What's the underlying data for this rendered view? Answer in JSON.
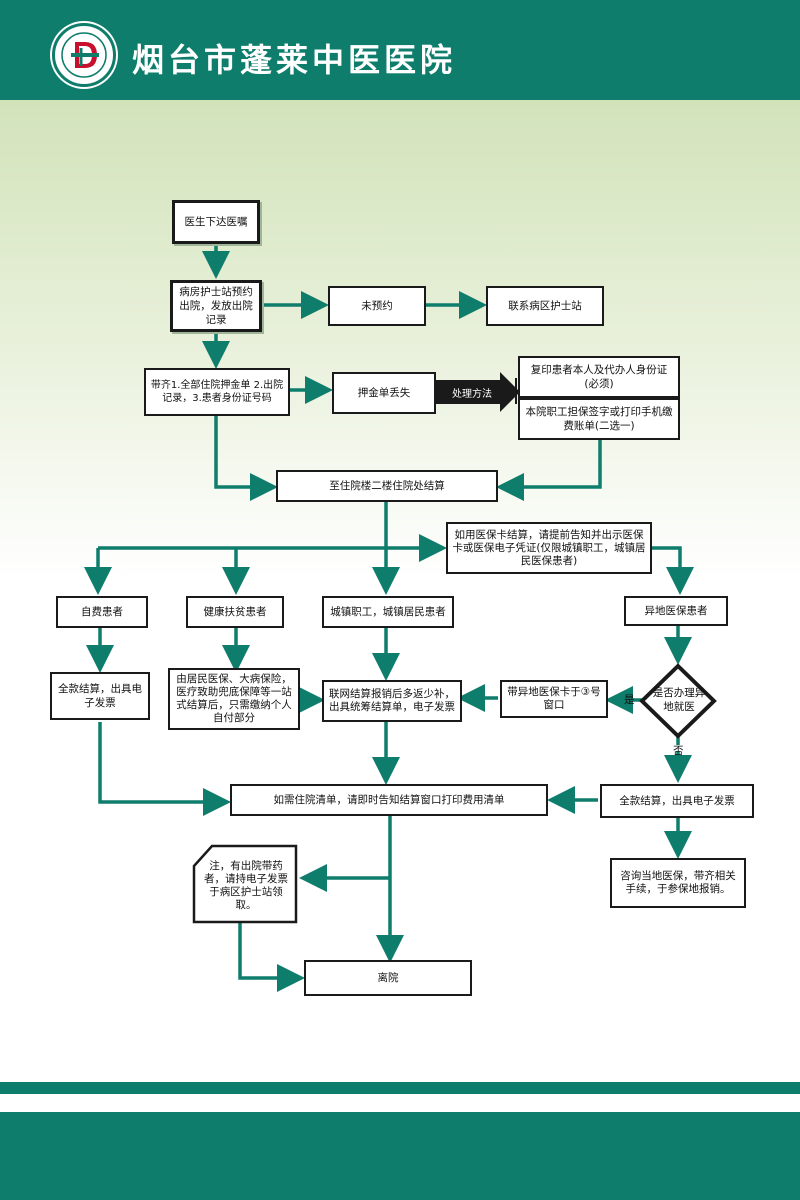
{
  "header": {
    "hospital_name": "烟台市蓬莱中医医院"
  },
  "colors": {
    "teal": "#0e7d6c",
    "arrow": "#0e7d6c",
    "dark_arrow": "#1a1a1a",
    "background_tint": "#d2e3ba"
  },
  "icons": {
    "logo": "hospital-emblem-icon"
  },
  "flow": {
    "doctor_order": "医生下达医嘱",
    "nurse_station": "病房护士站预约出院，发放出院记录",
    "not_reserved": "未预约",
    "contact_nurse": "联系病区护士站",
    "bring_docs": "带齐1.全部住院押金单 2.出院记录，3.患者身份证号码",
    "deposit_lost": "押金单丢失",
    "method": "处理方法",
    "copy_id": "复印患者本人及代办人身份证(必须)",
    "staff_guarantee": "本院职工担保签字或打印手机缴费账单(二选一)",
    "go_settle": "至住院楼二楼住院处结算",
    "insurance_note": "如用医保卡结算，请提前告知并出示医保卡或医保电子凭证(仅限城镇职工，城镇居民医保患者)",
    "self_pay": "自费患者",
    "poverty": "健康扶贫患者",
    "urban": "城镇职工，城镇居民患者",
    "offsite": "异地医保患者",
    "full_settle_invoice": "全款结算，出具电子发票",
    "poverty_desc": "由居民医保、大病保险，医疗致助兜底保障等一站式结算后，只需缴纳个人自付部分",
    "online_settle": "联网结算报销后多返少补，出具统筹结算单，电子发票",
    "offsite_card": "带异地医保卡于③号窗口",
    "decision": "是否办理异地就医",
    "yes": "是",
    "no": "否",
    "print_list": "如需住院清单，请即时告知结算窗口打印费用清单",
    "full_settle_offsite": "全款结算，出具电子发票",
    "local_reimburse": "咨询当地医保，带齐相关手续，于参保地报销。",
    "medicine_note": "注，有出院带药者，请持电子发票于病区护士站领取。",
    "discharge": "离院"
  }
}
